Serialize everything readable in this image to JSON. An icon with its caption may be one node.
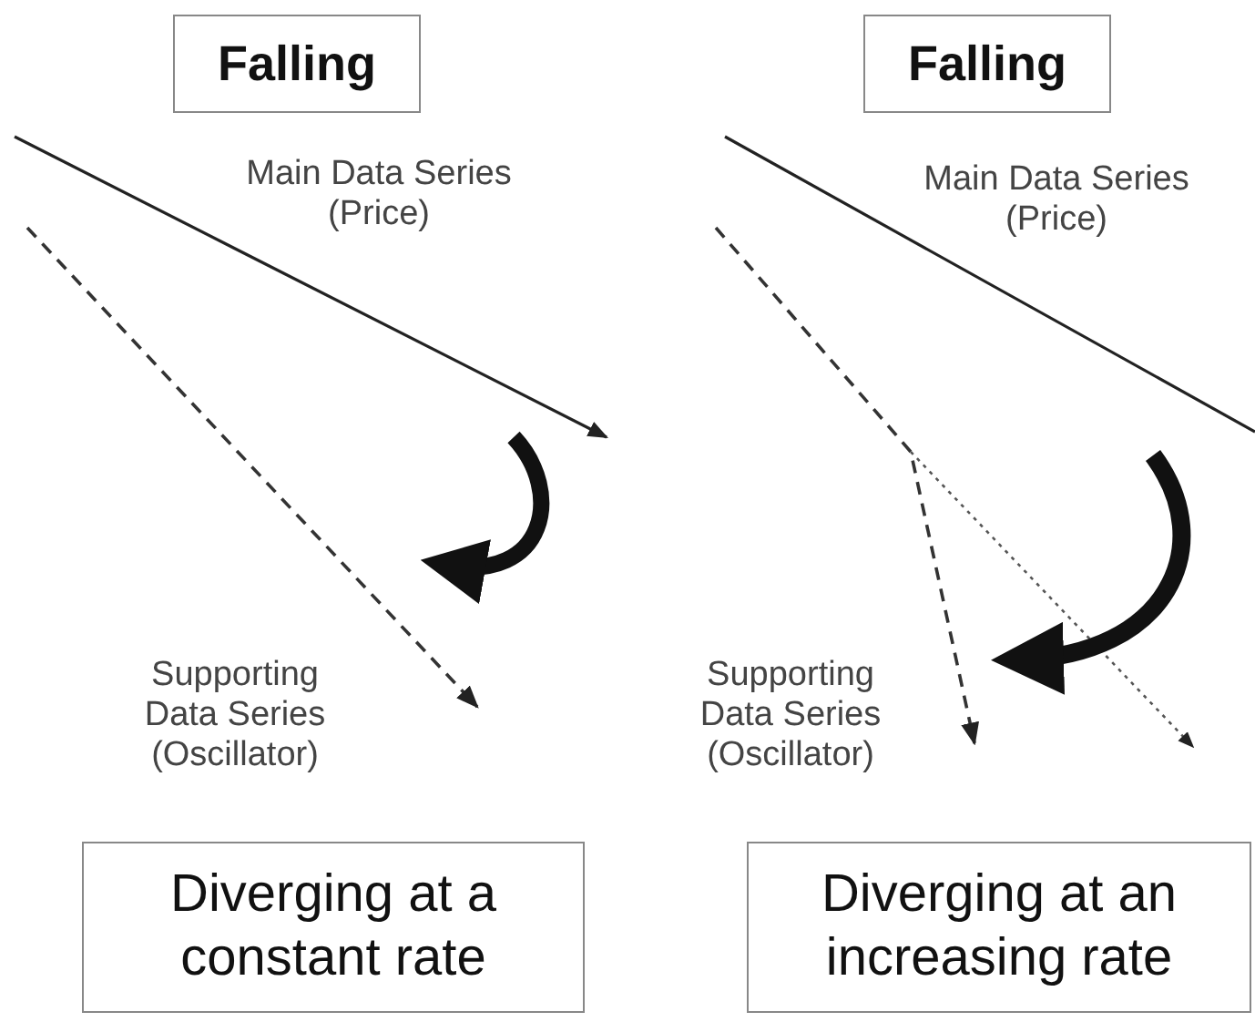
{
  "diagram": {
    "nodes": [
      {
        "text": [
          "Falling"
        ]
      },
      {
        "text": [
          "Falling"
        ]
      },
      {
        "text": [
          "Diverging at a constant rate"
        ]
      },
      {
        "text": [
          "Diverging at an increasing rate"
        ]
      }
    ],
    "labels": [
      "Main Data Series (Price)",
      "Main Data Series (Price)",
      "Supporting Data Series (Oscillator)",
      "Supporting Data Series (Oscillator)"
    ]
  }
}
